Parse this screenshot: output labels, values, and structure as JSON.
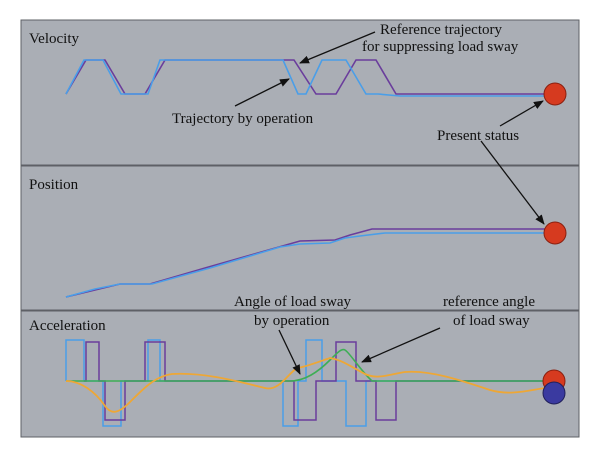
{
  "panels": [
    {
      "id": "velocity",
      "label": "Velocity"
    },
    {
      "id": "position",
      "label": "Position"
    },
    {
      "id": "acceleration",
      "label": "Acceleration"
    }
  ],
  "annotations": {
    "ref_traj_line1": "Reference trajectory",
    "ref_traj_line2": "for suppressing load sway",
    "traj_by_operation": "Trajectory by operation",
    "present_status": "Present status",
    "angle_line1": "Angle of load sway",
    "angle_line2": "by operation",
    "ref_angle_line1": "reference angle",
    "ref_angle_line2": "of load sway"
  },
  "colors": {
    "panel_bg": "#aaaeb5",
    "panel_border": "#5e6066",
    "operation": "#4a9ee8",
    "reference": "#6a3d9c",
    "sway_operation": "#eea735",
    "sway_reference": "#3dae55",
    "status_red": "#d63a1f",
    "status_blue": "#3a3aa0"
  },
  "legend_series": [
    {
      "key": "operation",
      "name": "Trajectory by operation"
    },
    {
      "key": "reference",
      "name": "Reference trajectory for suppressing load sway"
    },
    {
      "key": "sway_operation",
      "name": "Angle of load sway by operation"
    },
    {
      "key": "sway_reference",
      "name": "reference angle of load sway"
    }
  ]
}
